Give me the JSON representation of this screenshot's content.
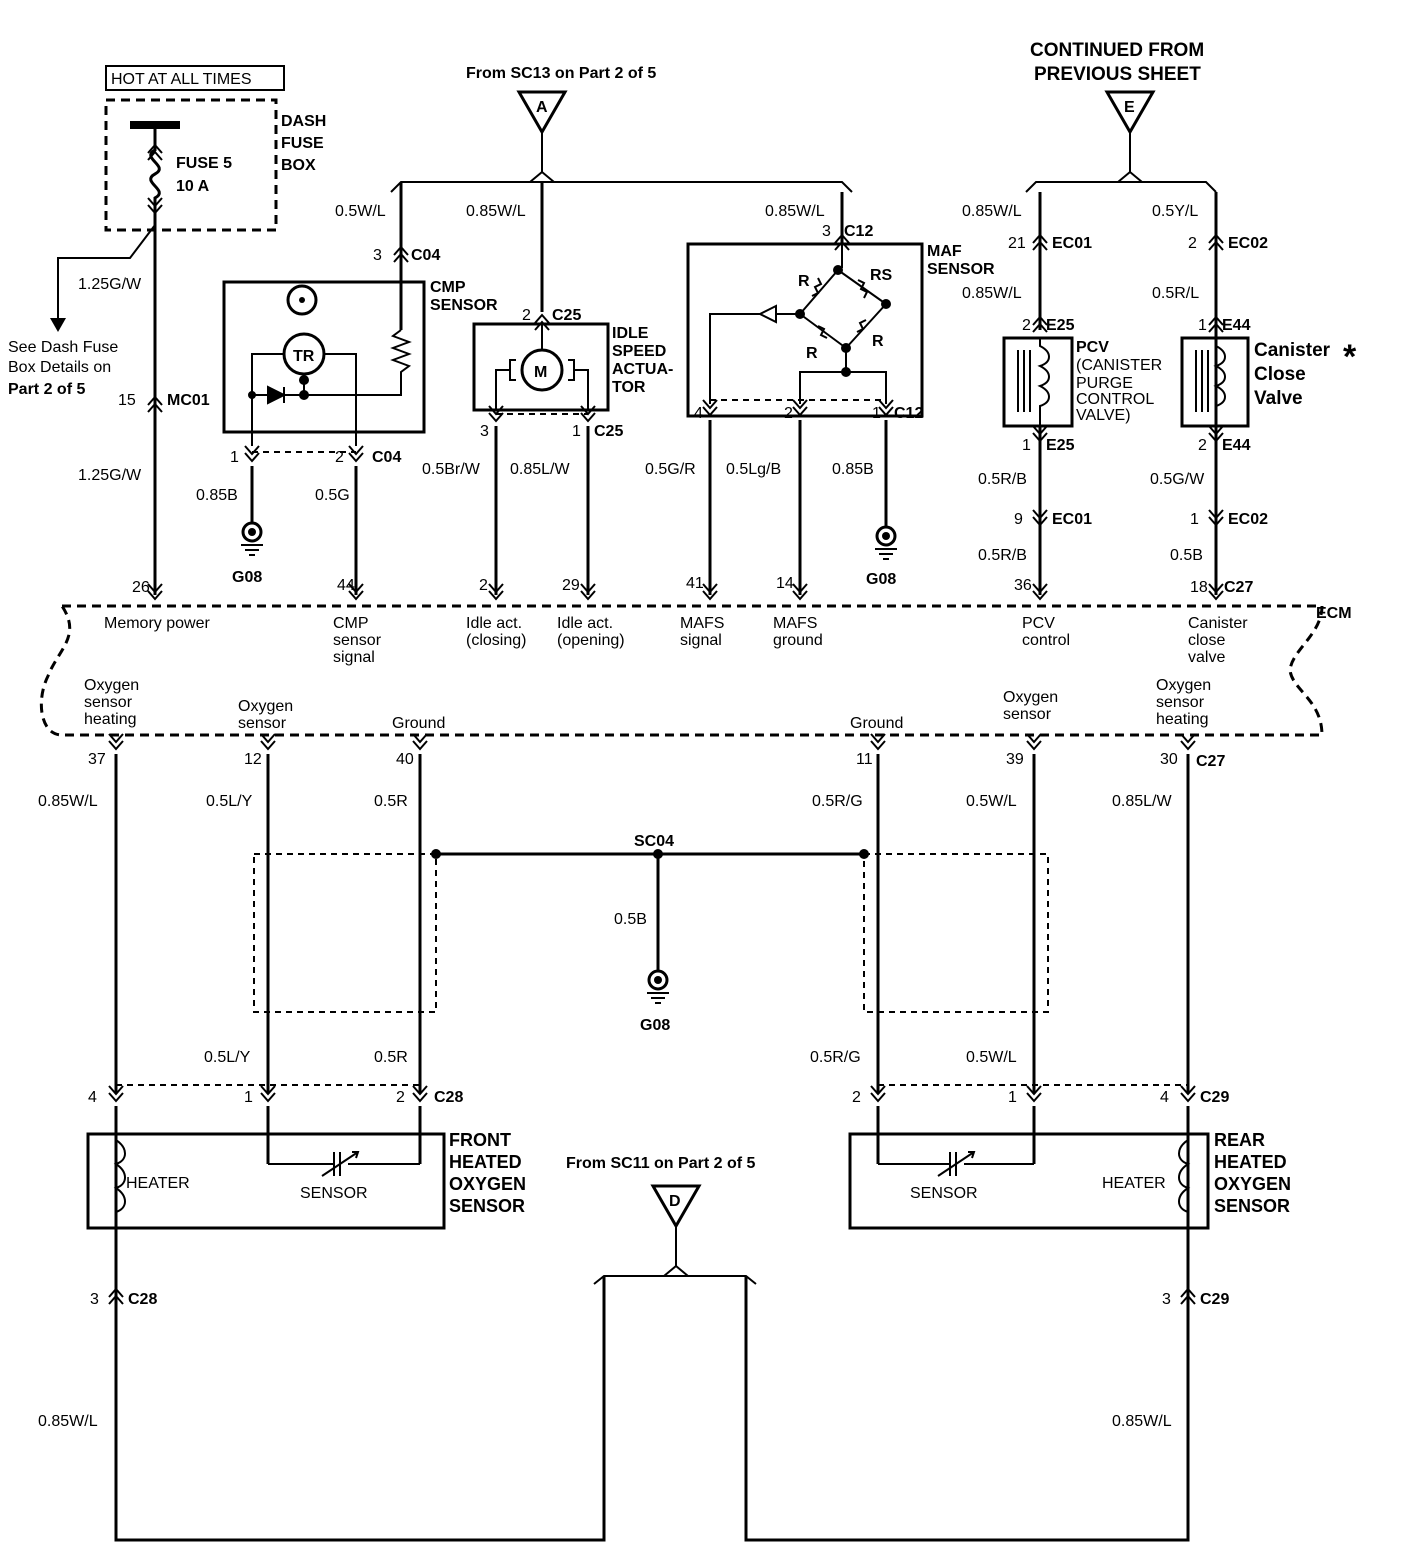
{
  "fuse": {
    "hot_label": "HOT AT ALL TIMES",
    "box_label": [
      "DASH",
      "FUSE",
      "BOX"
    ],
    "fuse_name": "FUSE 5",
    "fuse_rating": "10 A",
    "see_note": [
      "See Dash Fuse",
      "Box Details on",
      "Part 2 of 5"
    ]
  },
  "ref_a": {
    "from": "From SC13 on Part 2 of 5",
    "letter": "A"
  },
  "ref_e": {
    "title": [
      "CONTINUED FROM",
      "PREVIOUS SHEET"
    ],
    "letter": "E"
  },
  "ref_d": {
    "from": "From SC11 on Part 2 of 5",
    "letter": "D"
  },
  "wires": {
    "w125gw": "1.25G/W",
    "w05wl": "0.5W/L",
    "w085wl": "0.85W/L",
    "w05yl": "0.5Y/L",
    "w05rl": "0.5R/L",
    "w05rb": "0.5R/B",
    "w05gw": "0.5G/W",
    "w05b": "0.5B",
    "w085b": "0.85B",
    "w05g": "0.5G",
    "w05brw": "0.5Br/W",
    "w085lw": "0.85L/W",
    "w05gr": "0.5G/R",
    "w05lgb": "0.5Lg/B",
    "w05ly": "0.5L/Y",
    "w05r": "0.5R",
    "w05rg": "0.5R/G"
  },
  "connectors": {
    "c04": "C04",
    "c25": "C25",
    "c12": "C12",
    "ec01": "EC01",
    "ec02": "EC02",
    "e25": "E25",
    "e44": "E44",
    "mc01": "MC01",
    "c27": "C27",
    "c28": "C28",
    "c29": "C29",
    "sc04": "SC04"
  },
  "pins": {
    "p1": "1",
    "p2": "2",
    "p3": "3",
    "p4": "4",
    "p9": "9",
    "p15": "15",
    "p18": "18",
    "p21": "21",
    "p26": "26",
    "p29": "29",
    "p36": "36",
    "p37": "37",
    "p12": "12",
    "p40": "40",
    "p11": "11",
    "p39": "39",
    "p30": "30",
    "p41": "41",
    "p14": "14",
    "p44": "44"
  },
  "grounds": {
    "g08": "G08"
  },
  "components": {
    "cmp": [
      "CMP",
      "SENSOR"
    ],
    "tr": "TR",
    "isa": [
      "IDLE",
      "SPEED",
      "ACTUA-",
      "TOR"
    ],
    "motor": "M",
    "maf": [
      "MAF",
      "SENSOR"
    ],
    "r": "R",
    "rs": "RS",
    "pcv": [
      "PCV",
      "(CANISTER",
      "PURGE",
      "CONTROL",
      "VALVE)"
    ],
    "ccv": [
      "Canister",
      "Close",
      "Valve"
    ],
    "star": "*",
    "front_o2": [
      "FRONT",
      "HEATED",
      "OXYGEN",
      "SENSOR"
    ],
    "rear_o2": [
      "REAR",
      "HEATED",
      "OXYGEN",
      "SENSOR"
    ],
    "heater": "HEATER",
    "sensor": "SENSOR"
  },
  "ecm": {
    "label": "ECM",
    "top": {
      "memory": [
        "Memory power"
      ],
      "cmp_sig": [
        "CMP",
        "sensor",
        "signal"
      ],
      "idle_close": [
        "Idle act.",
        "(closing)"
      ],
      "idle_open": [
        "Idle act.",
        "(opening)"
      ],
      "mafs_sig": [
        "MAFS",
        "signal"
      ],
      "mafs_gnd": [
        "MAFS",
        "ground"
      ],
      "pcv_ctl": [
        "PCV",
        "control"
      ],
      "ccv_ctl": [
        "Canister",
        "close",
        "valve"
      ]
    },
    "bottom": {
      "o2_heat1": [
        "Oxygen",
        "sensor",
        "heating"
      ],
      "o2_1": [
        "Oxygen",
        "sensor"
      ],
      "gnd1": [
        "Ground"
      ],
      "gnd2": [
        "Ground"
      ],
      "o2_2": [
        "Oxygen",
        "sensor"
      ],
      "o2_heat2": [
        "Oxygen",
        "sensor",
        "heating"
      ]
    }
  }
}
